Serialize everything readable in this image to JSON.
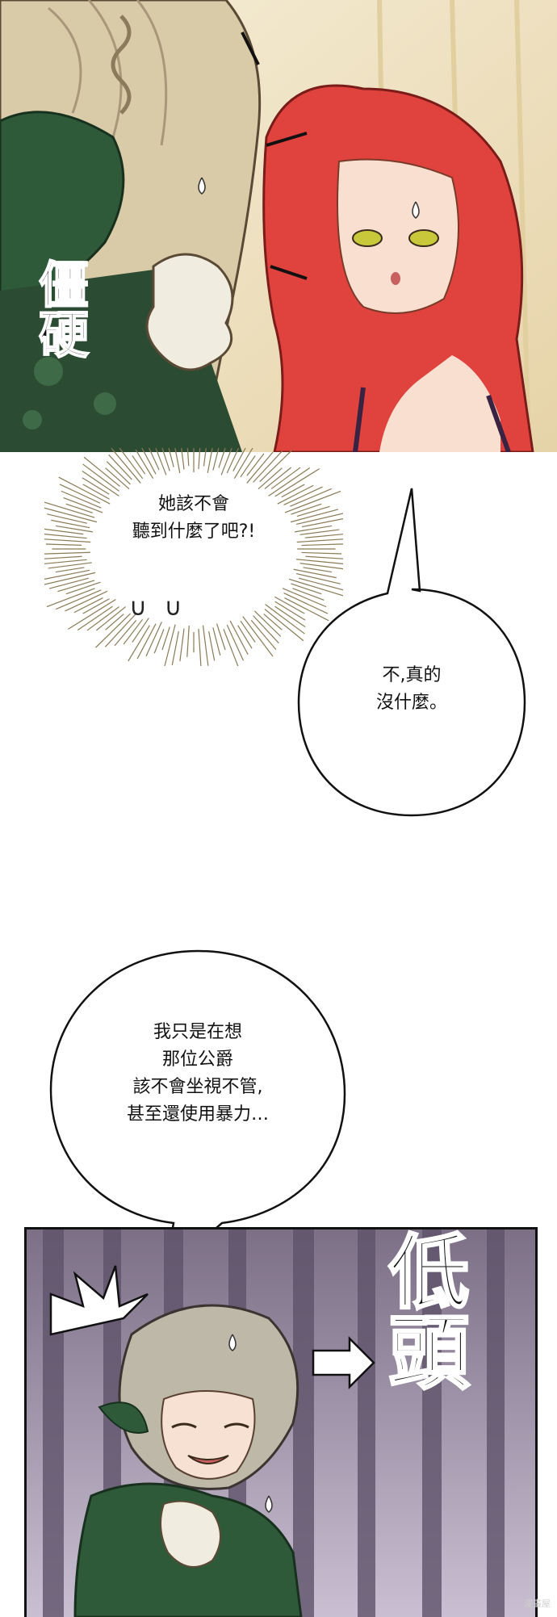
{
  "panels": {
    "top": {
      "sfx": "僵硬"
    },
    "bubbles": {
      "shock": {
        "text": "她該不會\n聽到什麼了吧?!"
      },
      "reply": {
        "text": "不,真的\n沒什麼。"
      },
      "explain": {
        "text": "我只是在想\n那位公爵\n該不會坐視不管,\n甚至還使用暴力…"
      }
    },
    "sweat_marks": "∪ ∪",
    "bottom": {
      "sfx": "低頭"
    }
  },
  "watermark": "漫畫屋",
  "colors": {
    "red_hair": "#e0433e",
    "blonde_hair": "#d9cba8",
    "green_dress": "#2f5a3a",
    "purple_bg": "#8a7d92"
  }
}
